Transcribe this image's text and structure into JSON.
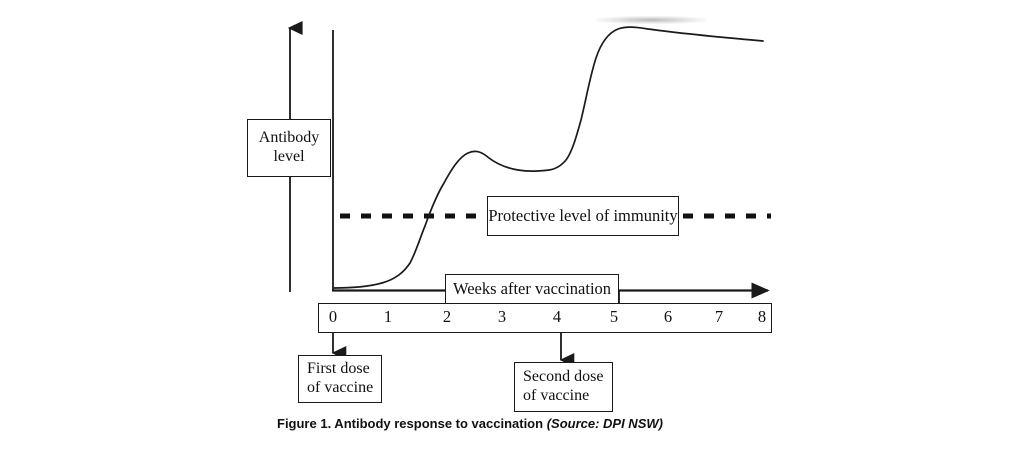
{
  "figure": {
    "caption_main": "Figure 1. Antibody response to vaccination ",
    "caption_source": "(Source: DPI NSW)",
    "background_color": "#ffffff",
    "line_color": "#1a1a1a"
  },
  "labels": {
    "antibody_level_line1": "Antibody",
    "antibody_level_line2": "level",
    "protective_level": "Protective level of immunity",
    "weeks_axis": "Weeks after vaccination",
    "first_dose_line1": "First dose",
    "first_dose_line2": "of vaccine",
    "second_dose_line1": "Second dose",
    "second_dose_line2": "of vaccine"
  },
  "chart_data": {
    "type": "line",
    "title": "Figure 1. Antibody response to vaccination",
    "xlabel": "Weeks after vaccination",
    "ylabel": "Antibody level",
    "categories": [
      "0",
      "1",
      "2",
      "3",
      "4",
      "5",
      "6",
      "7",
      "8"
    ],
    "xlim": [
      0,
      8
    ],
    "ylim": [
      0,
      100
    ],
    "grid": false,
    "legend": "none",
    "series": [
      {
        "name": "Antibody level",
        "x": [
          0,
          0.3,
          0.6,
          0.9,
          1.2,
          1.5,
          1.7,
          1.9,
          2.0,
          2.1,
          2.25,
          2.4,
          2.6,
          2.9,
          3.2,
          3.6,
          3.9,
          4.1,
          4.3,
          4.5,
          4.6,
          4.75,
          4.9,
          5.0,
          5.2,
          5.5,
          6.0,
          6.5,
          7.0,
          7.5,
          8.0
        ],
        "y": [
          2,
          2,
          3,
          4,
          6,
          10,
          16,
          28,
          40,
          52,
          60,
          63,
          62,
          59,
          57,
          55,
          54,
          53,
          56,
          66,
          76,
          86,
          93,
          96,
          98,
          98,
          97,
          96,
          95,
          94,
          93
        ]
      }
    ],
    "threshold_line": {
      "label": "Protective level of immunity",
      "value": 31,
      "style": "dashed",
      "dash_color": "#111111"
    },
    "annotations": [
      {
        "label": "First dose of vaccine",
        "x": 0,
        "type": "event-arrow"
      },
      {
        "label": "Second dose of vaccine",
        "x": 4,
        "type": "event-arrow"
      }
    ]
  }
}
